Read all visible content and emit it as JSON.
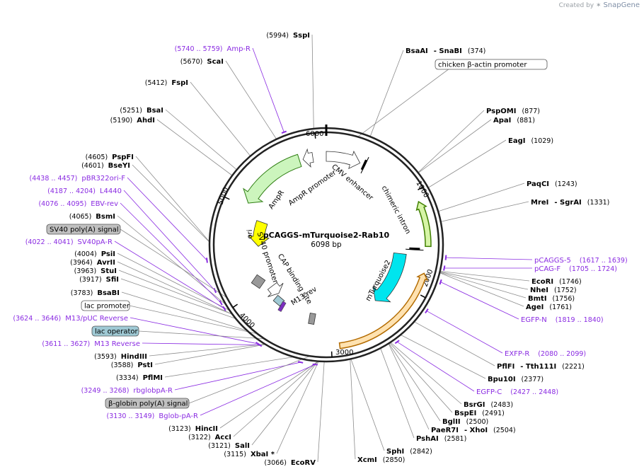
{
  "credit": {
    "prefix": "Created by",
    "brand": "SnapGene"
  },
  "plasmid": {
    "name": "pCAGGS-mTurquoise2-Rab10",
    "size": "6098 bp"
  },
  "ring_ticks": [
    "1000",
    "2000",
    "3000",
    "4000",
    "5000",
    "6000"
  ],
  "enzymes_right": [
    {
      "name": "BsaAI",
      "suffix": "- SnaBI",
      "pos": "(374)"
    },
    {
      "name": "PspOMI",
      "suffix": "",
      "pos": "(877)"
    },
    {
      "name": "ApaI",
      "suffix": "",
      "pos": "(881)"
    },
    {
      "name": "EagI",
      "suffix": "",
      "pos": "(1029)"
    },
    {
      "name": "PaqCI",
      "suffix": "",
      "pos": "(1243)"
    },
    {
      "name": "MreI",
      "suffix": "- SgrAI",
      "pos": "(1331)"
    },
    {
      "name": "EcoRI",
      "suffix": "",
      "pos": "(1746)"
    },
    {
      "name": "NheI",
      "suffix": "",
      "pos": "(1752)"
    },
    {
      "name": "BmtI",
      "suffix": "",
      "pos": "(1756)"
    },
    {
      "name": "AgeI",
      "suffix": "",
      "pos": "(1761)"
    },
    {
      "name": "PflFI",
      "suffix": "- Tth111I",
      "pos": "(2221)"
    },
    {
      "name": "Bpu10I",
      "suffix": "",
      "pos": "(2377)"
    },
    {
      "name": "BsrGI",
      "suffix": "",
      "pos": "(2483)"
    },
    {
      "name": "BspEI",
      "suffix": "",
      "pos": "(2491)"
    },
    {
      "name": "BglII",
      "suffix": "",
      "pos": "(2500)"
    },
    {
      "name": "PaeR7I",
      "suffix": "- XhoI",
      "pos": "(2504)"
    },
    {
      "name": "PshAI",
      "suffix": "",
      "pos": "(2581)"
    },
    {
      "name": "SphI",
      "suffix": "",
      "pos": "(2842)"
    },
    {
      "name": "XcmI",
      "suffix": "",
      "pos": "(2850)"
    }
  ],
  "enzymes_left": [
    {
      "name": "SspI",
      "pos": "(5994)"
    },
    {
      "name": "ScaI",
      "pos": "(5670)"
    },
    {
      "name": "FspI",
      "pos": "(5412)"
    },
    {
      "name": "BsaI",
      "pos": "(5251)"
    },
    {
      "name": "AhdI",
      "pos": "(5190)"
    },
    {
      "name": "PspFI",
      "pos": "(4605)"
    },
    {
      "name": "BseYI",
      "pos": "(4601)"
    },
    {
      "name": "BsmI",
      "pos": "(4065)"
    },
    {
      "name": "PsiI",
      "pos": "(4004)"
    },
    {
      "name": "AvrII",
      "pos": "(3964)"
    },
    {
      "name": "StuI",
      "pos": "(3963)"
    },
    {
      "name": "SfiI",
      "pos": "(3917)"
    },
    {
      "name": "BsaBI",
      "pos": "(3783)"
    },
    {
      "name": "HindIII",
      "pos": "(3593)"
    },
    {
      "name": "PstI",
      "pos": "(3588)"
    },
    {
      "name": "PflMI",
      "pos": "(3334)"
    },
    {
      "name": "HincII",
      "pos": "(3123)"
    },
    {
      "name": "AccI",
      "pos": "(3122)"
    },
    {
      "name": "SalI",
      "pos": "(3121)"
    },
    {
      "name": "XbaI *",
      "pos": "(3115)"
    },
    {
      "name": "EcoRV",
      "pos": "(3066)"
    }
  ],
  "primers_right": [
    {
      "name": "pCAGGS-5",
      "pos": "(1617 .. 1639)"
    },
    {
      "name": "pCAG-F",
      "pos": "(1705 .. 1724)"
    },
    {
      "name": "EGFP-N",
      "pos": "(1819 .. 1840)"
    },
    {
      "name": "EXFP-R",
      "pos": "(2080 .. 2099)"
    },
    {
      "name": "EGFP-C",
      "pos": "(2427 .. 2448)"
    }
  ],
  "primers_left": [
    {
      "name": "Amp-R",
      "pos": "(5740 .. 5759)"
    },
    {
      "name": "pBR322ori-F",
      "pos": "(4438 .. 4457)"
    },
    {
      "name": "L4440",
      "pos": "(4187 .. 4204)"
    },
    {
      "name": "EBV-rev",
      "pos": "(4076 .. 4095)"
    },
    {
      "name": "SV40pA-R",
      "pos": "(4022 .. 4041)"
    },
    {
      "name": "M13/pUC Reverse",
      "pos": "(3624 .. 3646)"
    },
    {
      "name": "M13 Reverse",
      "pos": "(3611 .. 3627)"
    },
    {
      "name": "rbglobpA-R",
      "pos": "(3249 .. 3268)"
    },
    {
      "name": "Bglob-pA-R",
      "pos": "(3130 .. 3149)"
    }
  ],
  "boxed_features": [
    {
      "name": "chicken β-actin promoter",
      "fill": "#ffffff"
    },
    {
      "name": "SV40 poly(A) signal",
      "fill": "#c0c0c0"
    },
    {
      "name": "lac promoter",
      "fill": "#ffffff"
    },
    {
      "name": "lac operator",
      "fill": "#9fc9d4"
    },
    {
      "name": "β-globin poly(A) signal",
      "fill": "#c0c0c0"
    }
  ],
  "inner_features": {
    "cmv": "CMV enhancer",
    "intron": "chimeric intron",
    "amp": "AmpR",
    "amp_promoter": "AmpR promoter",
    "ori": "ori",
    "sv40_promoter": "SV40 promoter",
    "cap": "CAP binding site",
    "m13rev": "M13 rev",
    "mturq": "mTurquoise2"
  },
  "colors": {
    "enzyme_line": "#8c8c8c",
    "primer": "#8a2be2",
    "ampr": "#ccf5bd",
    "ampr_edge": "#2e7d12",
    "ori": "#ffff00",
    "mturquoise": "#00e5ee",
    "orange_arc": "#ffe2b0",
    "orange_edge": "#b36b00",
    "green_arc": "#d6f5a6",
    "green_edge": "#3f7f00"
  }
}
